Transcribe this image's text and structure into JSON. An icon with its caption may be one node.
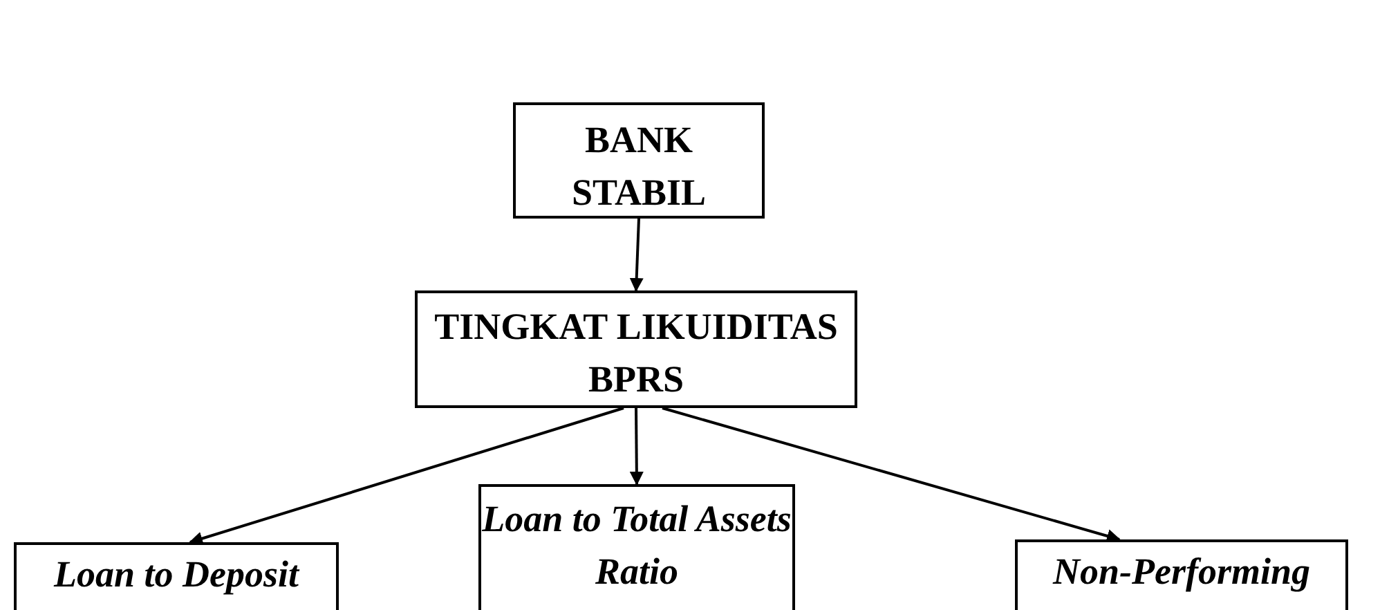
{
  "diagram": {
    "nodes": [
      {
        "text": [
          "BANK STABIL"
        ]
      },
      {
        "text": [
          "TINGKAT LIKUIDITAS BPRS"
        ]
      },
      {
        "text": [
          "Loan to Deposit Ratio"
        ]
      },
      {
        "text": [
          "Loan to Total Assets Ratio"
        ]
      },
      {
        "text": [
          "Non-Performing Loan"
        ]
      }
    ],
    "edges": [
      {
        "from": 0,
        "to": 1,
        "arrow": "to"
      },
      {
        "from": 1,
        "to": 2,
        "arrow": "to"
      },
      {
        "from": 1,
        "to": 3,
        "arrow": "to"
      },
      {
        "from": 1,
        "to": 4,
        "arrow": "to"
      }
    ]
  }
}
